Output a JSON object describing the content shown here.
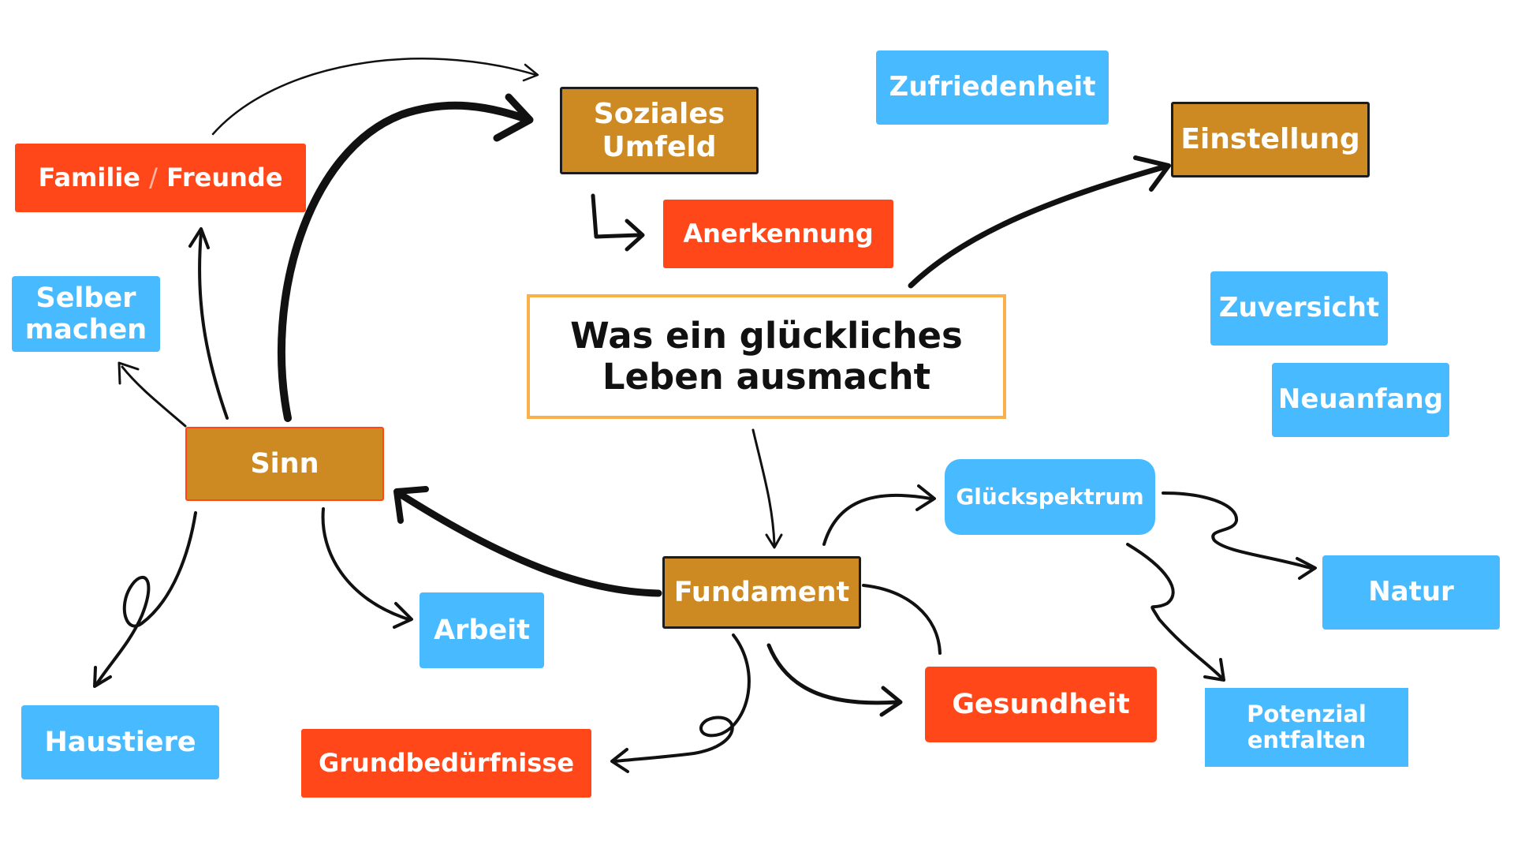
{
  "diagram": {
    "central": "Was ein glückliches\nLeben ausmacht",
    "nodes": {
      "familie": "Familie",
      "familie_sep": "/",
      "freunde": "Freunde",
      "selber_machen": "Selber\nmachen",
      "sinn": "Sinn",
      "soziales_umfeld": "Soziales\nUmfeld",
      "anerkennung": "Anerkennung",
      "zufriedenheit": "Zufriedenheit",
      "einstellung": "Einstellung",
      "zuversicht": "Zuversicht",
      "neuanfang": "Neuanfang",
      "gluecksspektrum": "Glückspektrum",
      "natur": "Natur",
      "potenzial_entfalten": "Potenzial\nentfalten",
      "fundament": "Fundament",
      "gesundheit": "Gesundheit",
      "grundbeduerfnisse": "Grundbedürfnisse",
      "arbeit": "Arbeit",
      "haustiere": "Haustiere"
    }
  },
  "colors": {
    "red": "#ff4719",
    "blue": "#48baff",
    "brown": "#cd8a22",
    "central_border": "#f9b24a",
    "arrow": "#111111"
  }
}
